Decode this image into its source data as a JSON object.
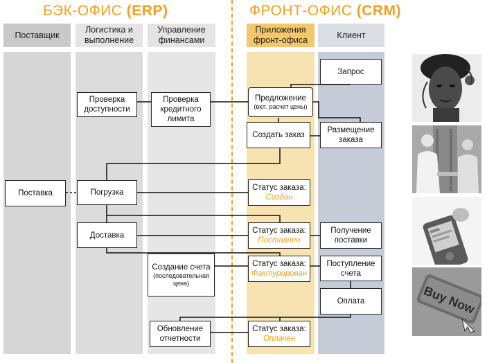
{
  "header": {
    "backoffice_prefix": "БЭК-ОФИС ",
    "backoffice_system": "(ERP)",
    "frontoffice_prefix": "ФРОНТ-ОФИС ",
    "frontoffice_system": "(CRM)"
  },
  "columns": {
    "supplier": "Поставщик",
    "logistics": "Логистика и выполнение",
    "finance": "Управление финансами",
    "frontoffice_apps": "Приложения фронт-офиса",
    "client": "Клиент"
  },
  "boxes": {
    "request": "Запрос",
    "availability": "Проверка доступности",
    "credit": "Проверка кредитного лимита",
    "proposal": "Предложение",
    "proposal_note": "(вкл. расчет цены)",
    "create_order": "Создать заказ",
    "placement": "Размещение заказа",
    "supply": "Поставка",
    "loading": "Погрузка",
    "status_label": "Статус заказа:",
    "status_created": "Создан",
    "delivery": "Доставка",
    "status_delivered": "Поставлен",
    "receipt": "Получение поставки",
    "invoice": "Создание счета",
    "invoice_note": "(последовательная цена)",
    "status_invoiced": "Фактурирован",
    "invoice_arrival": "Поступление счета",
    "payment": "Оплата",
    "report_update": "Обновление отчетности",
    "status_paid": "Оплачен"
  },
  "photos": {
    "buy_now_label": "Buy Now"
  },
  "colors": {
    "accent": "#f0a020",
    "frontoffice_lane": "#f7e3b2",
    "client_lane": "#c5ccd7",
    "gray_lane": "#d6d6d6",
    "header_gray": "#c9c9c9"
  }
}
